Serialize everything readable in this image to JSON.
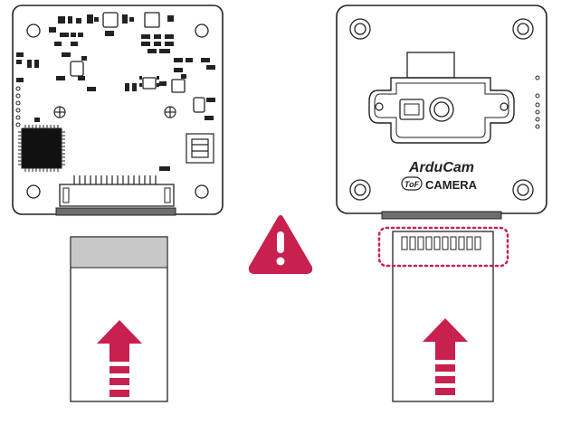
{
  "camera_board": {
    "brand": "ArduCam",
    "tof_badge": "ToF",
    "model": "CAMERA"
  },
  "colors": {
    "outline": "#222222",
    "accent": "#c8204f",
    "ribbon_tab": "#c8c8c8",
    "connector": "#6e6e6e"
  },
  "icons": {
    "warning": "warning-triangle-icon",
    "insert_arrow": "insert-arrow-up-icon"
  }
}
